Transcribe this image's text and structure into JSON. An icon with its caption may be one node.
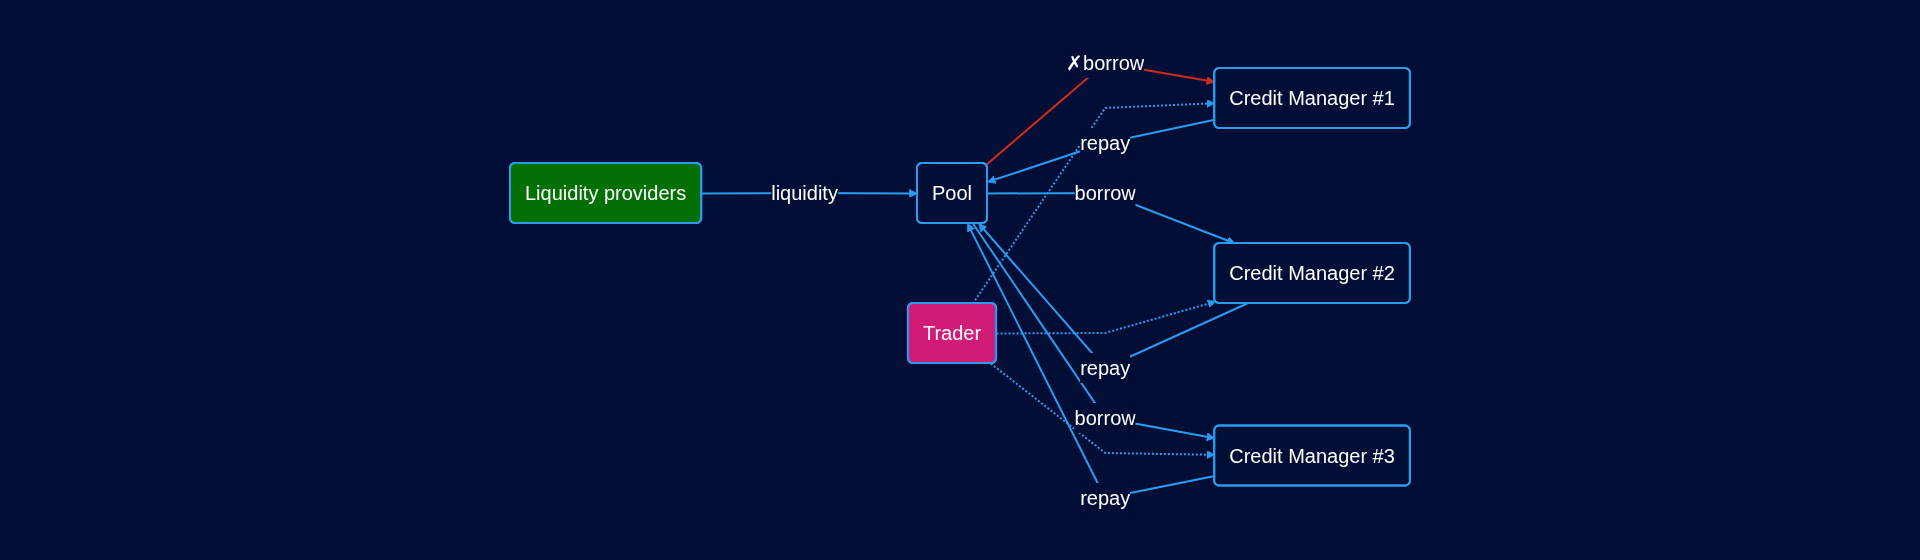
{
  "diagram": {
    "nodes": [
      {
        "text": [
          "Liquidity providers"
        ]
      },
      {
        "text": [
          "Pool"
        ]
      },
      {
        "text": [
          "Credit Manager #1"
        ]
      },
      {
        "text": [
          "Credit Manager #2"
        ]
      },
      {
        "text": [
          "Credit Manager #3"
        ]
      },
      {
        "text": [
          "Trader"
        ]
      }
    ],
    "edges": [
      {
        "from": 0,
        "to": 1,
        "arrow": "to",
        "label": "liquidity"
      },
      {
        "from": 1,
        "to": 2,
        "arrow": "to",
        "label": "✗borrow",
        "color": "#d42a1c"
      },
      {
        "from": 2,
        "to": 1,
        "arrow": "to",
        "label": "repay"
      },
      {
        "from": 1,
        "to": 3,
        "arrow": "to",
        "label": "borrow"
      },
      {
        "from": 3,
        "to": 1,
        "arrow": "to",
        "label": "repay"
      },
      {
        "from": 1,
        "to": 4,
        "arrow": "to",
        "label": "borrow"
      },
      {
        "from": 4,
        "to": 1,
        "arrow": "to",
        "label": "repay"
      },
      {
        "from": 5,
        "to": 2,
        "arrow": "to",
        "style": "dashed"
      },
      {
        "from": 5,
        "to": 3,
        "arrow": "to",
        "style": "dashed"
      },
      {
        "from": 5,
        "to": 4,
        "arrow": "to",
        "style": "dashed"
      }
    ]
  }
}
